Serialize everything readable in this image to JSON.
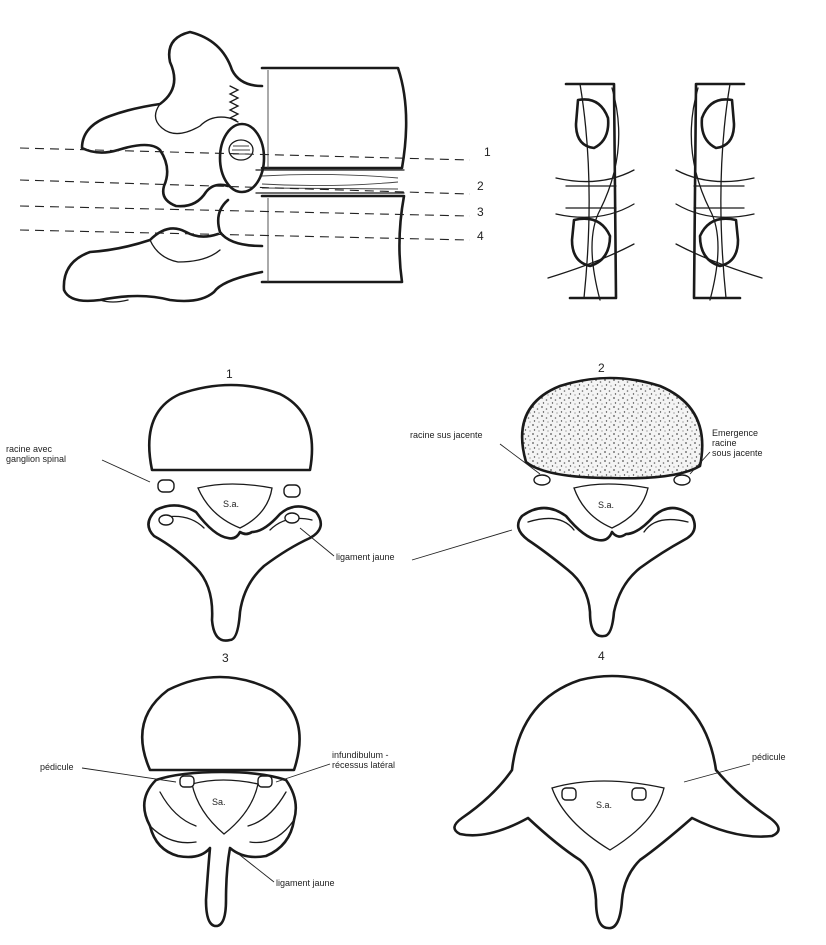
{
  "diagram": {
    "level_markers": [
      "1",
      "2",
      "3",
      "4"
    ],
    "section_titles": [
      "1",
      "2",
      "3",
      "4"
    ],
    "canal_abbrev": [
      "S.a.",
      "S.a.",
      "Sa.",
      "S.a."
    ],
    "labels": {
      "racine_ganglion": [
        "racine avec",
        "ganglion spinal"
      ],
      "racine_sus_jacente": "racine sus jacente",
      "emergence": [
        "Emergence",
        "racine",
        "sous jacente"
      ],
      "ligament_jaune_1": "ligament jaune",
      "pedicule_3": "pédicule",
      "infundibulum": [
        "infundibulum -",
        "récessus latéral"
      ],
      "ligament_jaune_3": "ligament jaune",
      "pedicule_4": "pédicule"
    }
  }
}
